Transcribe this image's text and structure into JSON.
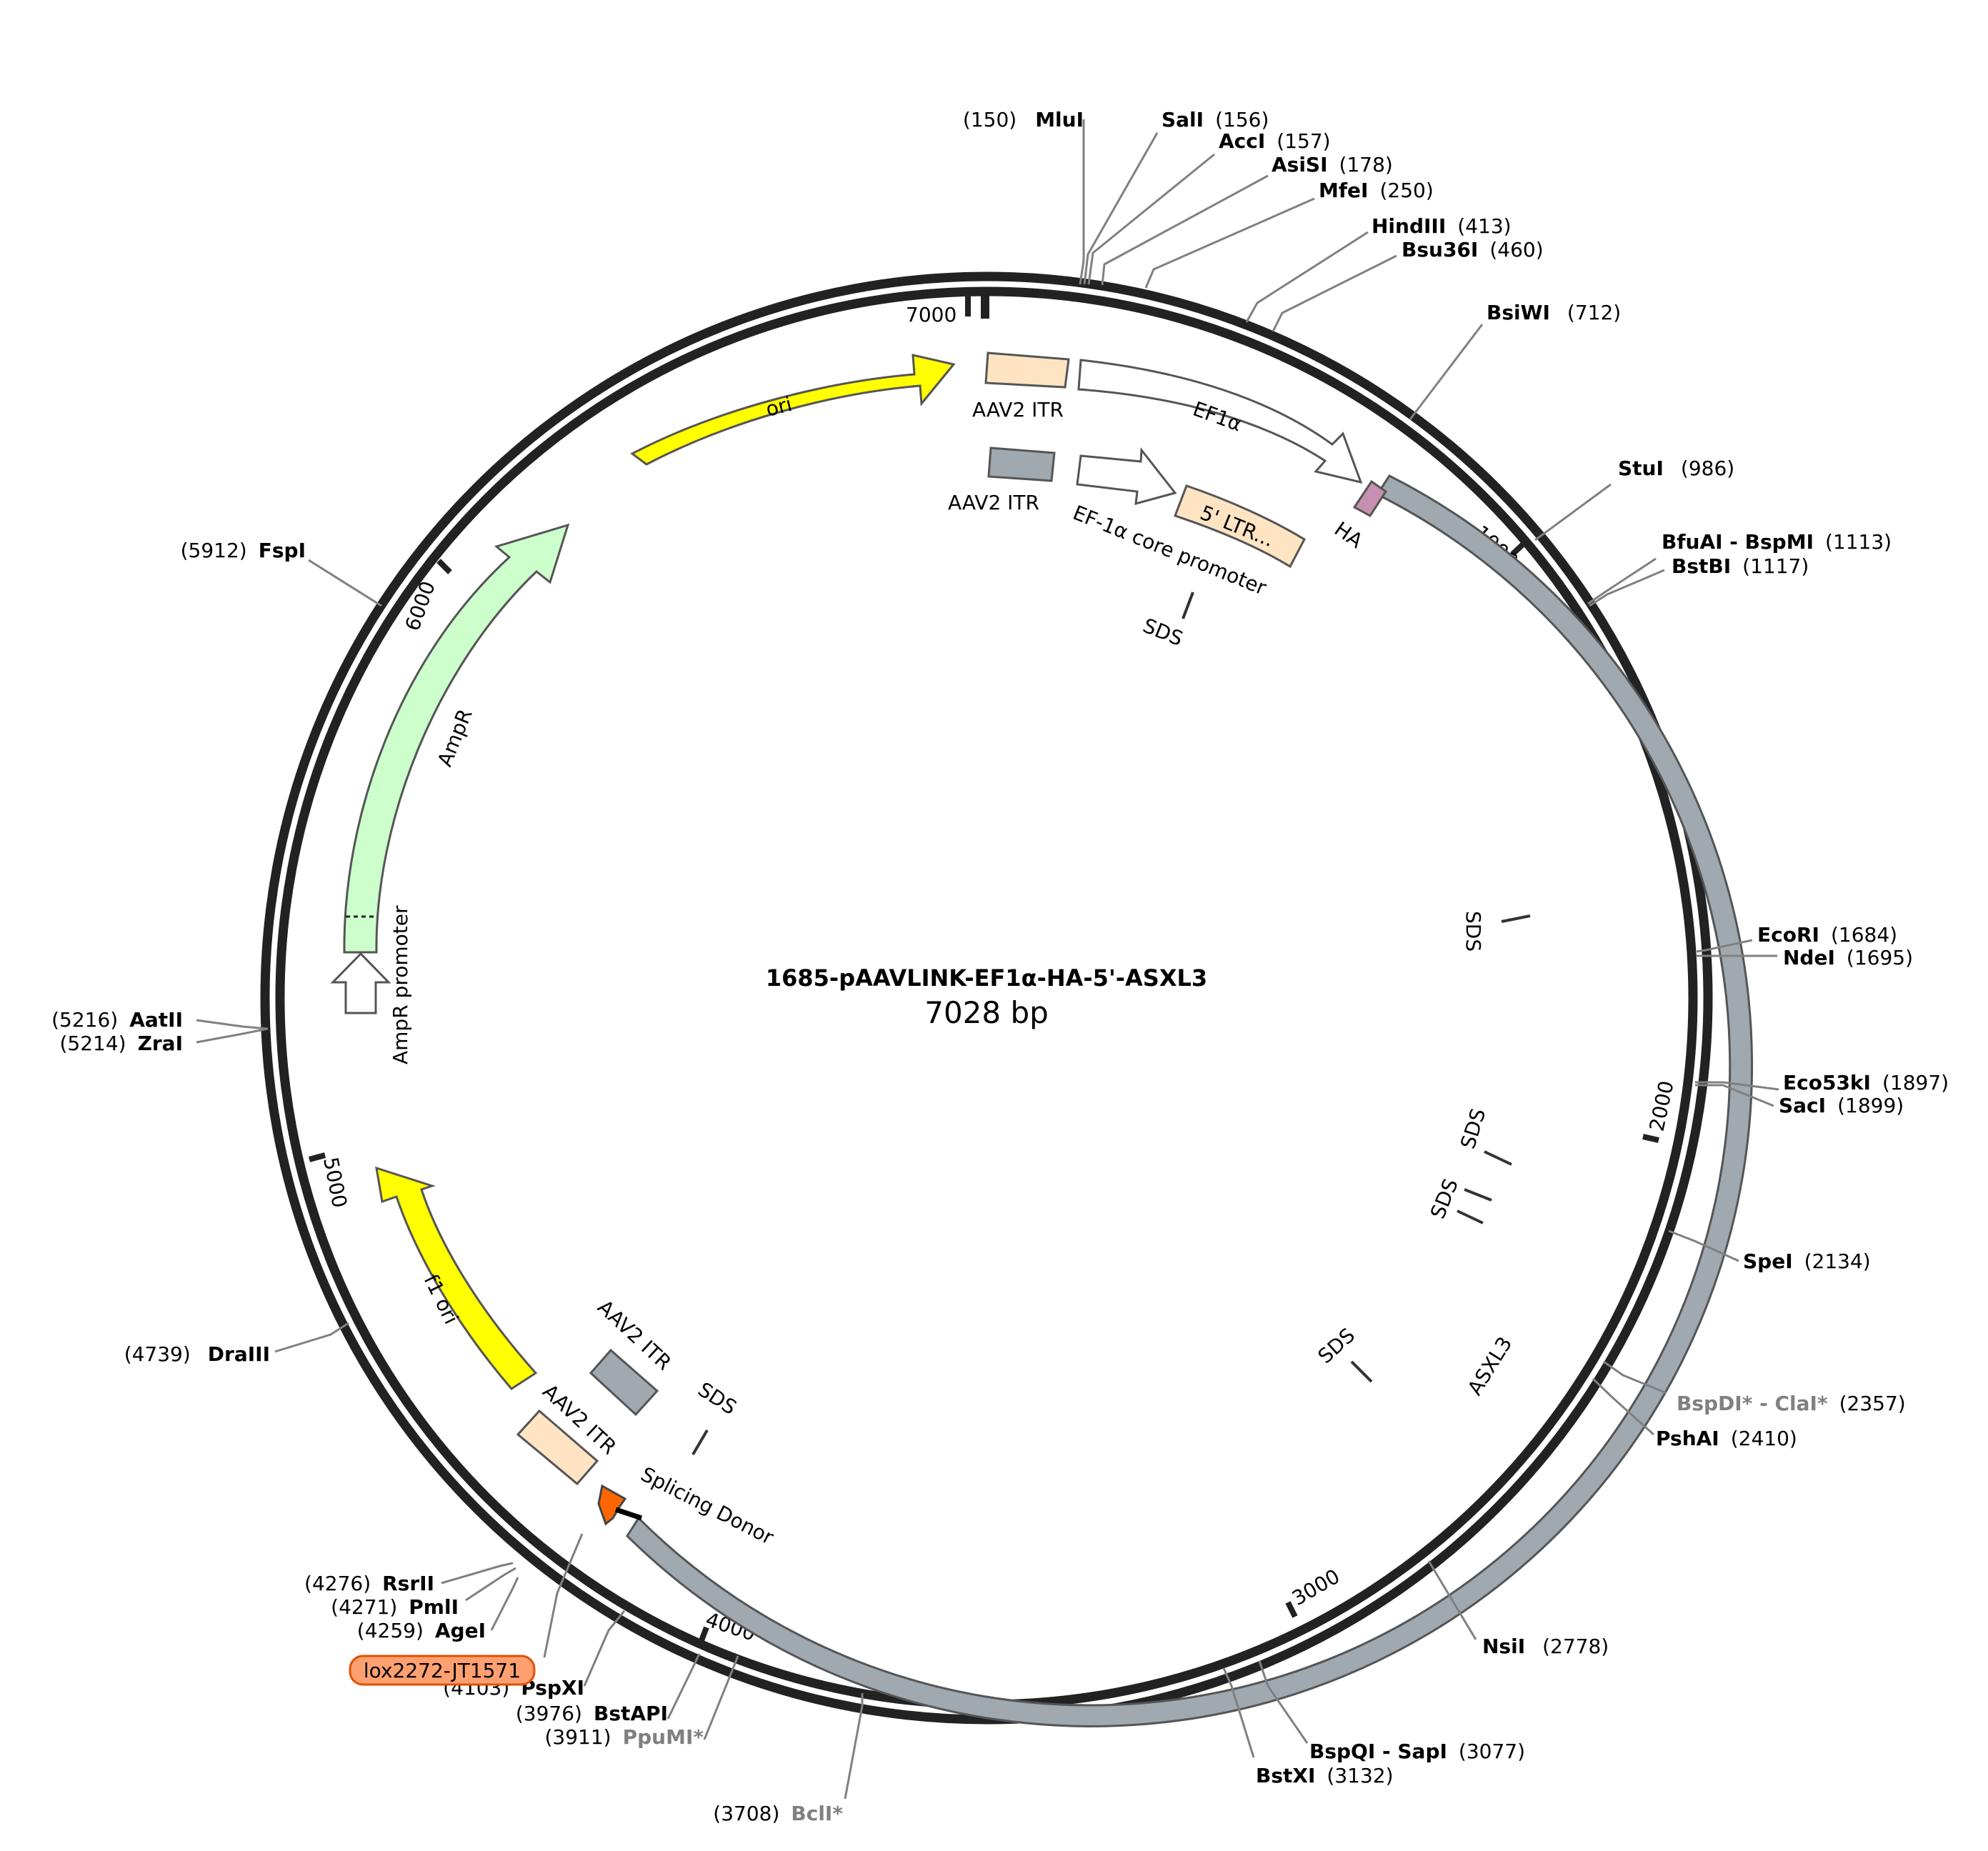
{
  "plasmid": {
    "name": "1685-pAAVLINK-EF1α-HA-5'-ASXL3",
    "length_label": "7028 bp"
  },
  "ticks": [
    {
      "label": "1000"
    },
    {
      "label": "2000"
    },
    {
      "label": "3000"
    },
    {
      "label": "4000"
    },
    {
      "label": "5000"
    },
    {
      "label": "6000"
    },
    {
      "label": "7000"
    }
  ],
  "features": [
    {
      "label": "ori",
      "color": "#ffff00"
    },
    {
      "label": "AAV2 ITR",
      "color": "#ffe4c4"
    },
    {
      "label": "EF1α",
      "color": "#ffffff"
    },
    {
      "label": "AAV2 ITR",
      "color": "#a0a8b0"
    },
    {
      "label": "EF-1α core promoter",
      "color": "#ffffff"
    },
    {
      "label": "5' LTR...",
      "color": "#ffe4c4"
    },
    {
      "label": "HA",
      "color": "#c890b0"
    },
    {
      "label": "AmpR",
      "color": "#ccffcc"
    },
    {
      "label": "AmpR promoter",
      "color": "#ffffff"
    },
    {
      "label": "f1 ori",
      "color": "#ffff00"
    },
    {
      "label": "AAV2 ITR",
      "color": "#a0a8b0"
    },
    {
      "label": "AAV2 ITR",
      "color": "#ffe4c4"
    },
    {
      "label": "Splicing Donor",
      "color": "#ff6600"
    },
    {
      "label": "ASXL3",
      "color": "#a0a8b0"
    },
    {
      "label": "SDS"
    },
    {
      "label": "SDS"
    },
    {
      "label": "SDS"
    },
    {
      "label": "SDS"
    },
    {
      "label": "SDS"
    },
    {
      "label": "SDS"
    }
  ],
  "lox_label": "lox2272-JT1571",
  "sites": [
    {
      "name": "MluI",
      "pos": "(150)"
    },
    {
      "name": "SalI",
      "pos": "(156)"
    },
    {
      "name": "AccI",
      "pos": "(157)"
    },
    {
      "name": "AsiSI",
      "pos": "(178)"
    },
    {
      "name": "MfeI",
      "pos": "(250)"
    },
    {
      "name": "HindIII",
      "pos": "(413)"
    },
    {
      "name": "Bsu36I",
      "pos": "(460)"
    },
    {
      "name": "BsiWI",
      "pos": "(712)"
    },
    {
      "name": "StuI",
      "pos": "(986)"
    },
    {
      "name": "BfuAI - BspMI",
      "pos": "(1113)"
    },
    {
      "name": "BstBI",
      "pos": "(1117)"
    },
    {
      "name": "EcoRI",
      "pos": "(1684)"
    },
    {
      "name": "NdeI",
      "pos": "(1695)"
    },
    {
      "name": "Eco53kI",
      "pos": "(1897)"
    },
    {
      "name": "SacI",
      "pos": "(1899)"
    },
    {
      "name": "SpeI",
      "pos": "(2134)"
    },
    {
      "name": "BspDI* - ClaI*",
      "pos": "(2357)"
    },
    {
      "name": "PshAI",
      "pos": "(2410)"
    },
    {
      "name": "NsiI",
      "pos": "(2778)"
    },
    {
      "name": "BspQI - SapI",
      "pos": "(3077)"
    },
    {
      "name": "BstXI",
      "pos": "(3132)"
    },
    {
      "name": "BclI*",
      "pos": "(3708)"
    },
    {
      "name": "PpuMI*",
      "pos": "(3911)"
    },
    {
      "name": "BstAPI",
      "pos": "(3976)"
    },
    {
      "name": "PspXI",
      "pos": "(4103)"
    },
    {
      "name": "AgeI",
      "pos": "(4259)"
    },
    {
      "name": "PmlI",
      "pos": "(4271)"
    },
    {
      "name": "RsrII",
      "pos": "(4276)"
    },
    {
      "name": "DraIII",
      "pos": "(4739)"
    },
    {
      "name": "ZraI",
      "pos": "(5214)"
    },
    {
      "name": "AatII",
      "pos": "(5216)"
    },
    {
      "name": "FspI",
      "pos": "(5912)"
    }
  ]
}
